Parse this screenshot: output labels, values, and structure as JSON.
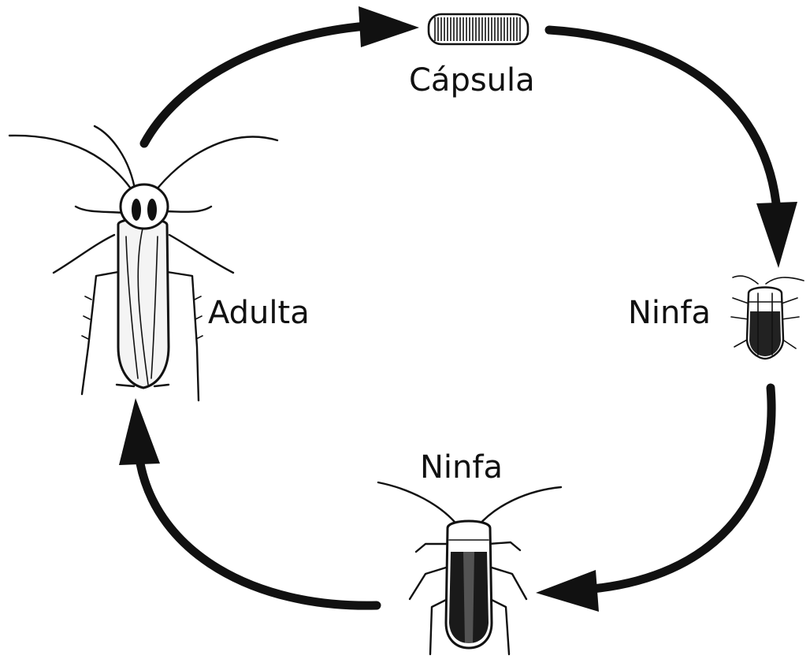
{
  "diagram": {
    "stages": [
      {
        "id": "capsula",
        "label": "Cápsula",
        "icon": "egg-capsule-icon"
      },
      {
        "id": "ninfa-small",
        "label": "Ninfa",
        "icon": "small-nymph-cockroach-icon"
      },
      {
        "id": "ninfa-large",
        "label": "Ninfa",
        "icon": "large-nymph-cockroach-icon"
      },
      {
        "id": "adulta",
        "label": "Adulta",
        "icon": "adult-cockroach-icon"
      }
    ],
    "cycle_order": [
      "adulta",
      "capsula",
      "ninfa-small",
      "ninfa-large",
      "adulta"
    ],
    "colors": {
      "ink": "#111111",
      "background": "#ffffff"
    }
  }
}
